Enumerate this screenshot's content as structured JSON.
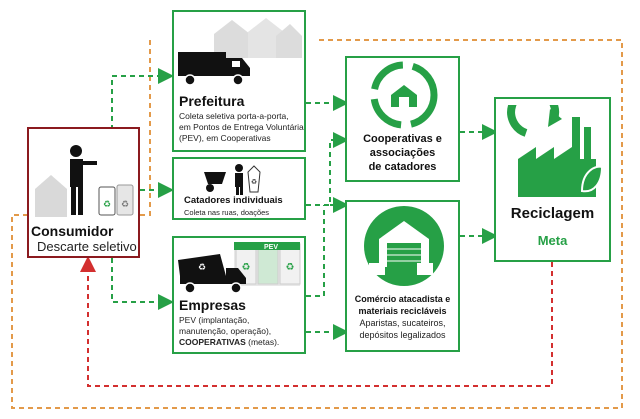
{
  "consumidor": {
    "title": "Consumidor",
    "subtitle": "Descarte seletivo"
  },
  "prefeitura": {
    "title": "Prefeitura",
    "lines": [
      "Coleta seletiva porta-a-porta,",
      "em Pontos de Entrega Voluntária",
      "(PEV), em Cooperativas"
    ]
  },
  "catadores": {
    "title": "Catadores individuais",
    "subtitle": "Coleta nas ruas, doações"
  },
  "empresas": {
    "title": "Empresas",
    "lines": [
      "PEV (implantação,",
      "manutenção, operação),",
      "(metas)."
    ],
    "bold_word": "COOPERATIVAS",
    "bin_label": "PEV"
  },
  "cooperativas": {
    "lines": [
      "Cooperativas e",
      "associações",
      "de catadores"
    ]
  },
  "comercio": {
    "title_lines": [
      "Comércio atacadista e",
      "materiais recicláveis"
    ],
    "lines": [
      "Aparistas, sucateiros,",
      "depósitos legalizados"
    ]
  },
  "reciclagem": {
    "title": "Reciclagem",
    "meta": "Meta"
  },
  "colors": {
    "green": "#26a046",
    "red": "#d32f2f",
    "orange": "#e39a4a",
    "dark_red": "#8b1a1f"
  },
  "icons": [
    "trash-person-icon",
    "truck-icon",
    "houses-icon",
    "cart-icon",
    "recycle-warehouse-icon",
    "warehouse-icon",
    "factory-recycle-icon",
    "leaf-icon",
    "bins-icon"
  ]
}
